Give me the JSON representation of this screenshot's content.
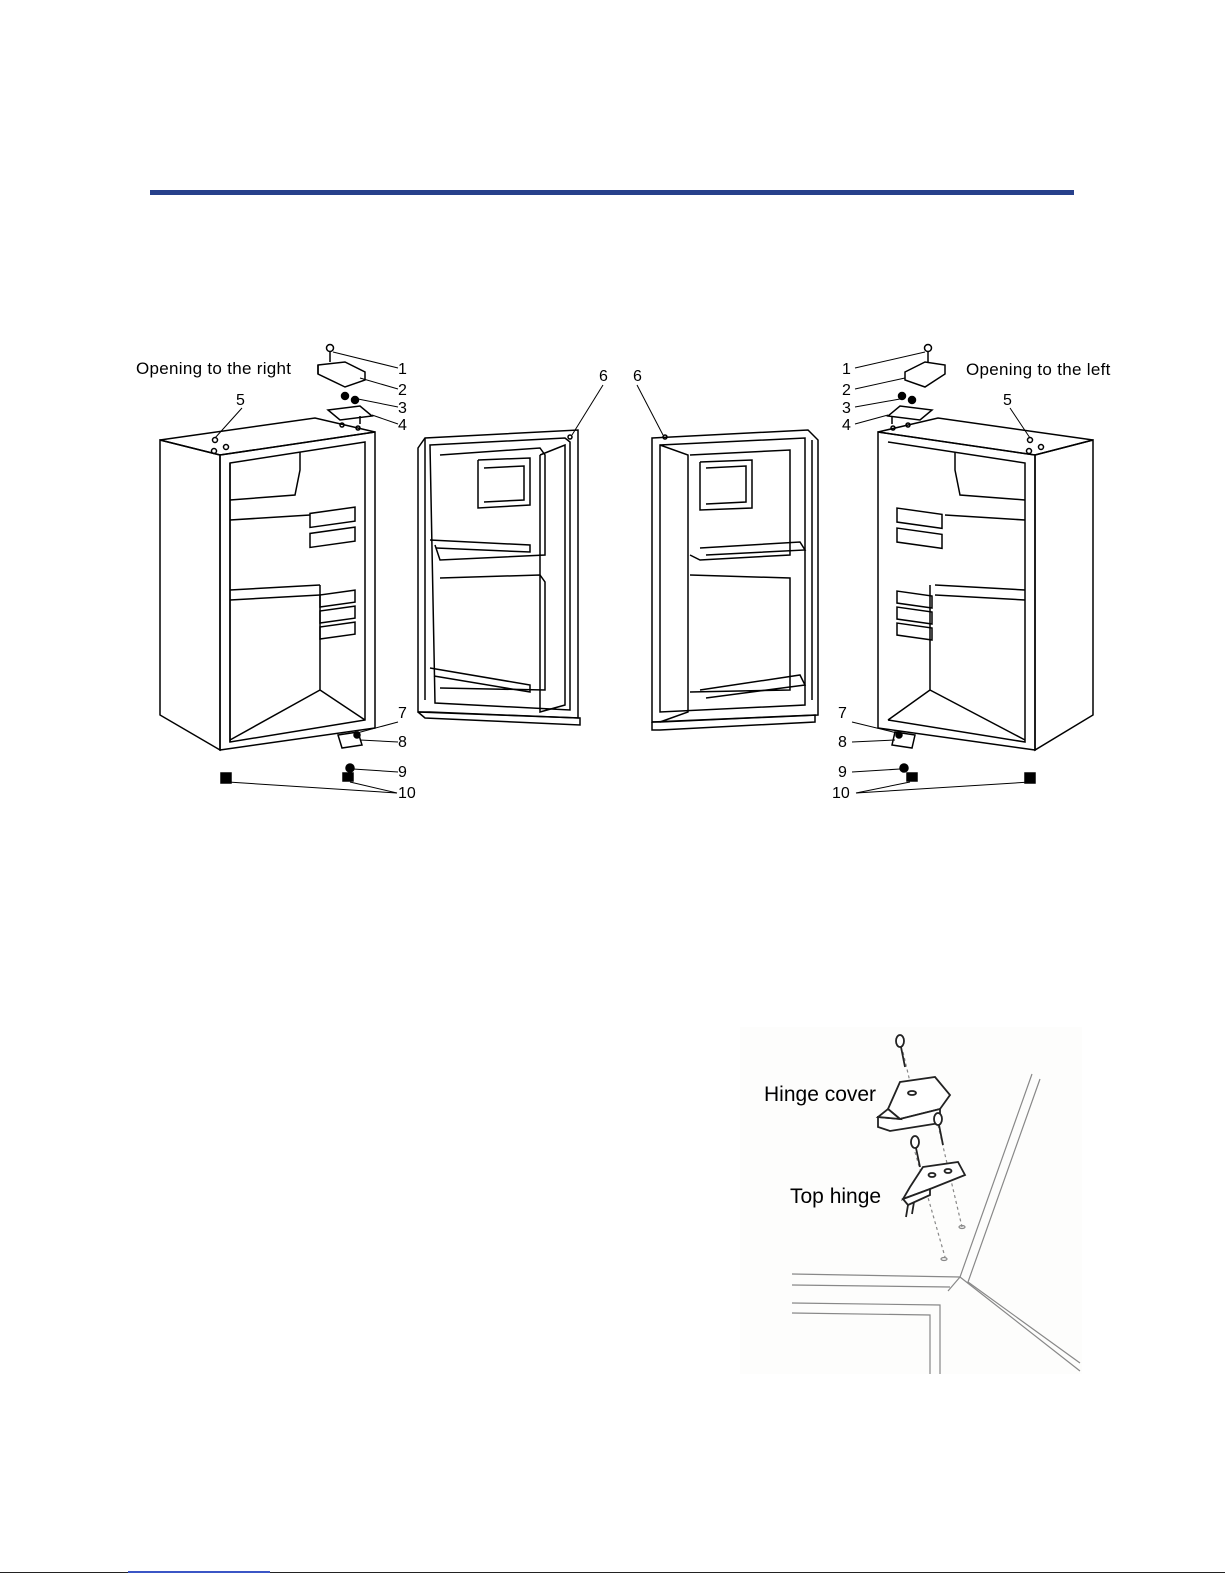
{
  "colors": {
    "rule": "#27408b",
    "link": "#3b56c6",
    "line": "#000000"
  },
  "captions": {
    "right": "Opening to the right",
    "left": "Opening to the left"
  },
  "labels": {
    "n1": "1",
    "n2": "2",
    "n3": "3",
    "n4": "4",
    "n5": "5",
    "n6": "6",
    "n7": "7",
    "n8": "8",
    "n9": "9",
    "n10": "10"
  },
  "inset": {
    "hinge_cover": "Hinge cover",
    "top_hinge": "Top hinge"
  }
}
